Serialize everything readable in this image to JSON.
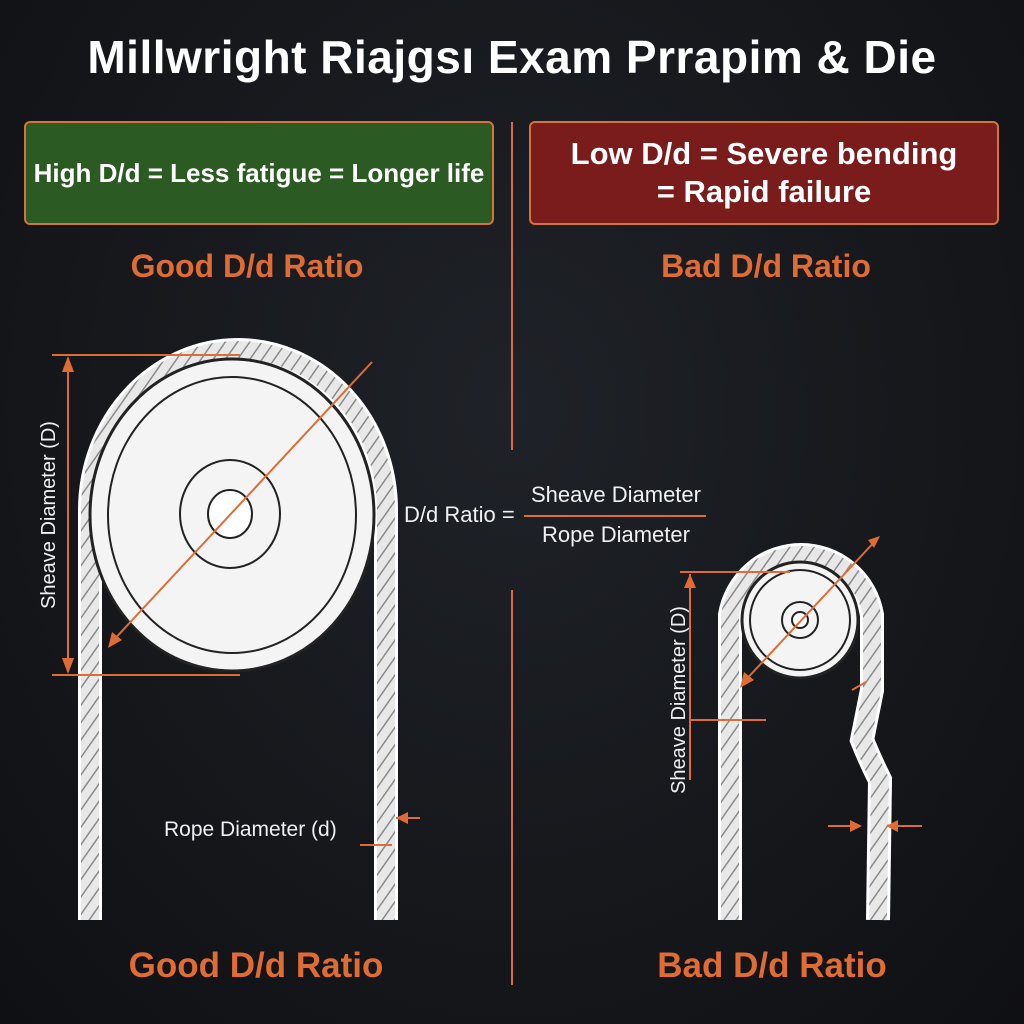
{
  "title": "Millwright Riajgsı Exam Prrapim & Die",
  "banners": {
    "good": "High D/d = Less fatigue = Longer life",
    "bad_line1": "Low D/d = Severe bending",
    "bad_line2": "= Rapid failure"
  },
  "labels": {
    "good_top": "Good D/d Ratio",
    "bad_top": "Bad D/d Ratio",
    "good_bottom": "Good D/d Ratio",
    "bad_bottom": "Bad D/d Ratio",
    "sheave_diameter_good": "Sheave Diameter (D)",
    "sheave_diameter_bad": "Sheave Diameter (D)",
    "rope_diameter_good": "Rope Diameter (d)"
  },
  "formula": {
    "lhs": "D/d Ratio =",
    "numerator": "Sheave Diameter",
    "denominator": "Rope Diameter"
  },
  "colors": {
    "accent": "#e06c35",
    "good_banner": "#2b5a22",
    "bad_banner": "#7a1c1c",
    "background": "#16181c",
    "line": "#ffffff"
  }
}
